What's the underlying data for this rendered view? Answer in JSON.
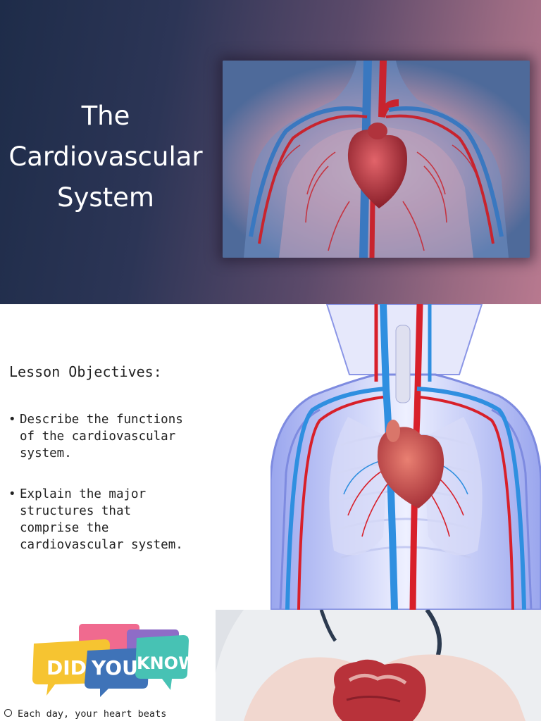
{
  "slide1": {
    "title_lines": [
      "The",
      "Cardiovascular",
      "System"
    ]
  },
  "slide2": {
    "heading": "Lesson Objectives:",
    "bullet_symbol": "•",
    "objectives": [
      "Describe the functions of the cardiovascular system.",
      "Explain the major structures that comprise the cardiovascular system."
    ]
  },
  "slide3": {
    "badge_words": [
      "DID",
      "YOU",
      "KNOW?"
    ],
    "fact_text": "Each day, your heart beats",
    "colors": {
      "bubble_pink": "#f06a8f",
      "bubble_yellow": "#f6c431",
      "bubble_teal": "#47c2b4",
      "bubble_blue": "#3f73b8",
      "bubble_purple": "#8e6cc7"
    }
  },
  "colors": {
    "artery_red": "#d8202a",
    "vein_blue": "#2f8fe0",
    "heart_red": "#b8323a"
  }
}
